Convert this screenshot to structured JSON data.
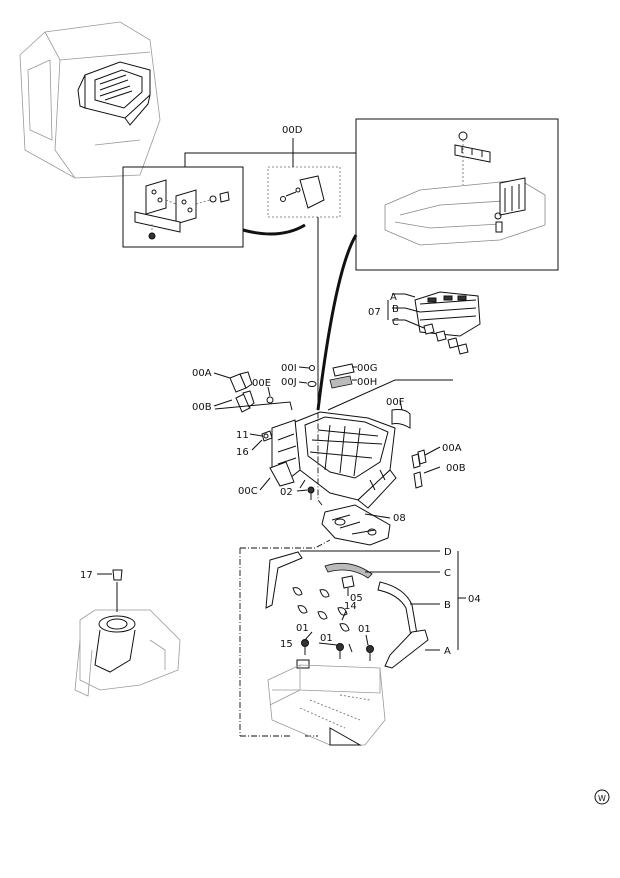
{
  "callouts": {
    "c00D": "00D",
    "c07": "07",
    "c07A": "A",
    "c07B": "B",
    "c07C": "C",
    "c00A_left": "00A",
    "c00B_left": "00B",
    "c00E": "00E",
    "c00I": "00I",
    "c00J": "00J",
    "c00G": "00G",
    "c00H": "00H",
    "c00F": "00F",
    "c11": "11",
    "c16": "16",
    "c00A_right": "00A",
    "c00B_right": "00B",
    "c00C": "00C",
    "c02": "02",
    "c08": "08",
    "c17": "17",
    "c04": "04",
    "c04D": "D",
    "c04C": "C",
    "c04B": "B",
    "c04A": "A",
    "c05": "05",
    "c14": "14",
    "c01_a": "01",
    "c01_b": "01",
    "c01_c": "01",
    "c15": "15",
    "mark": "W"
  }
}
